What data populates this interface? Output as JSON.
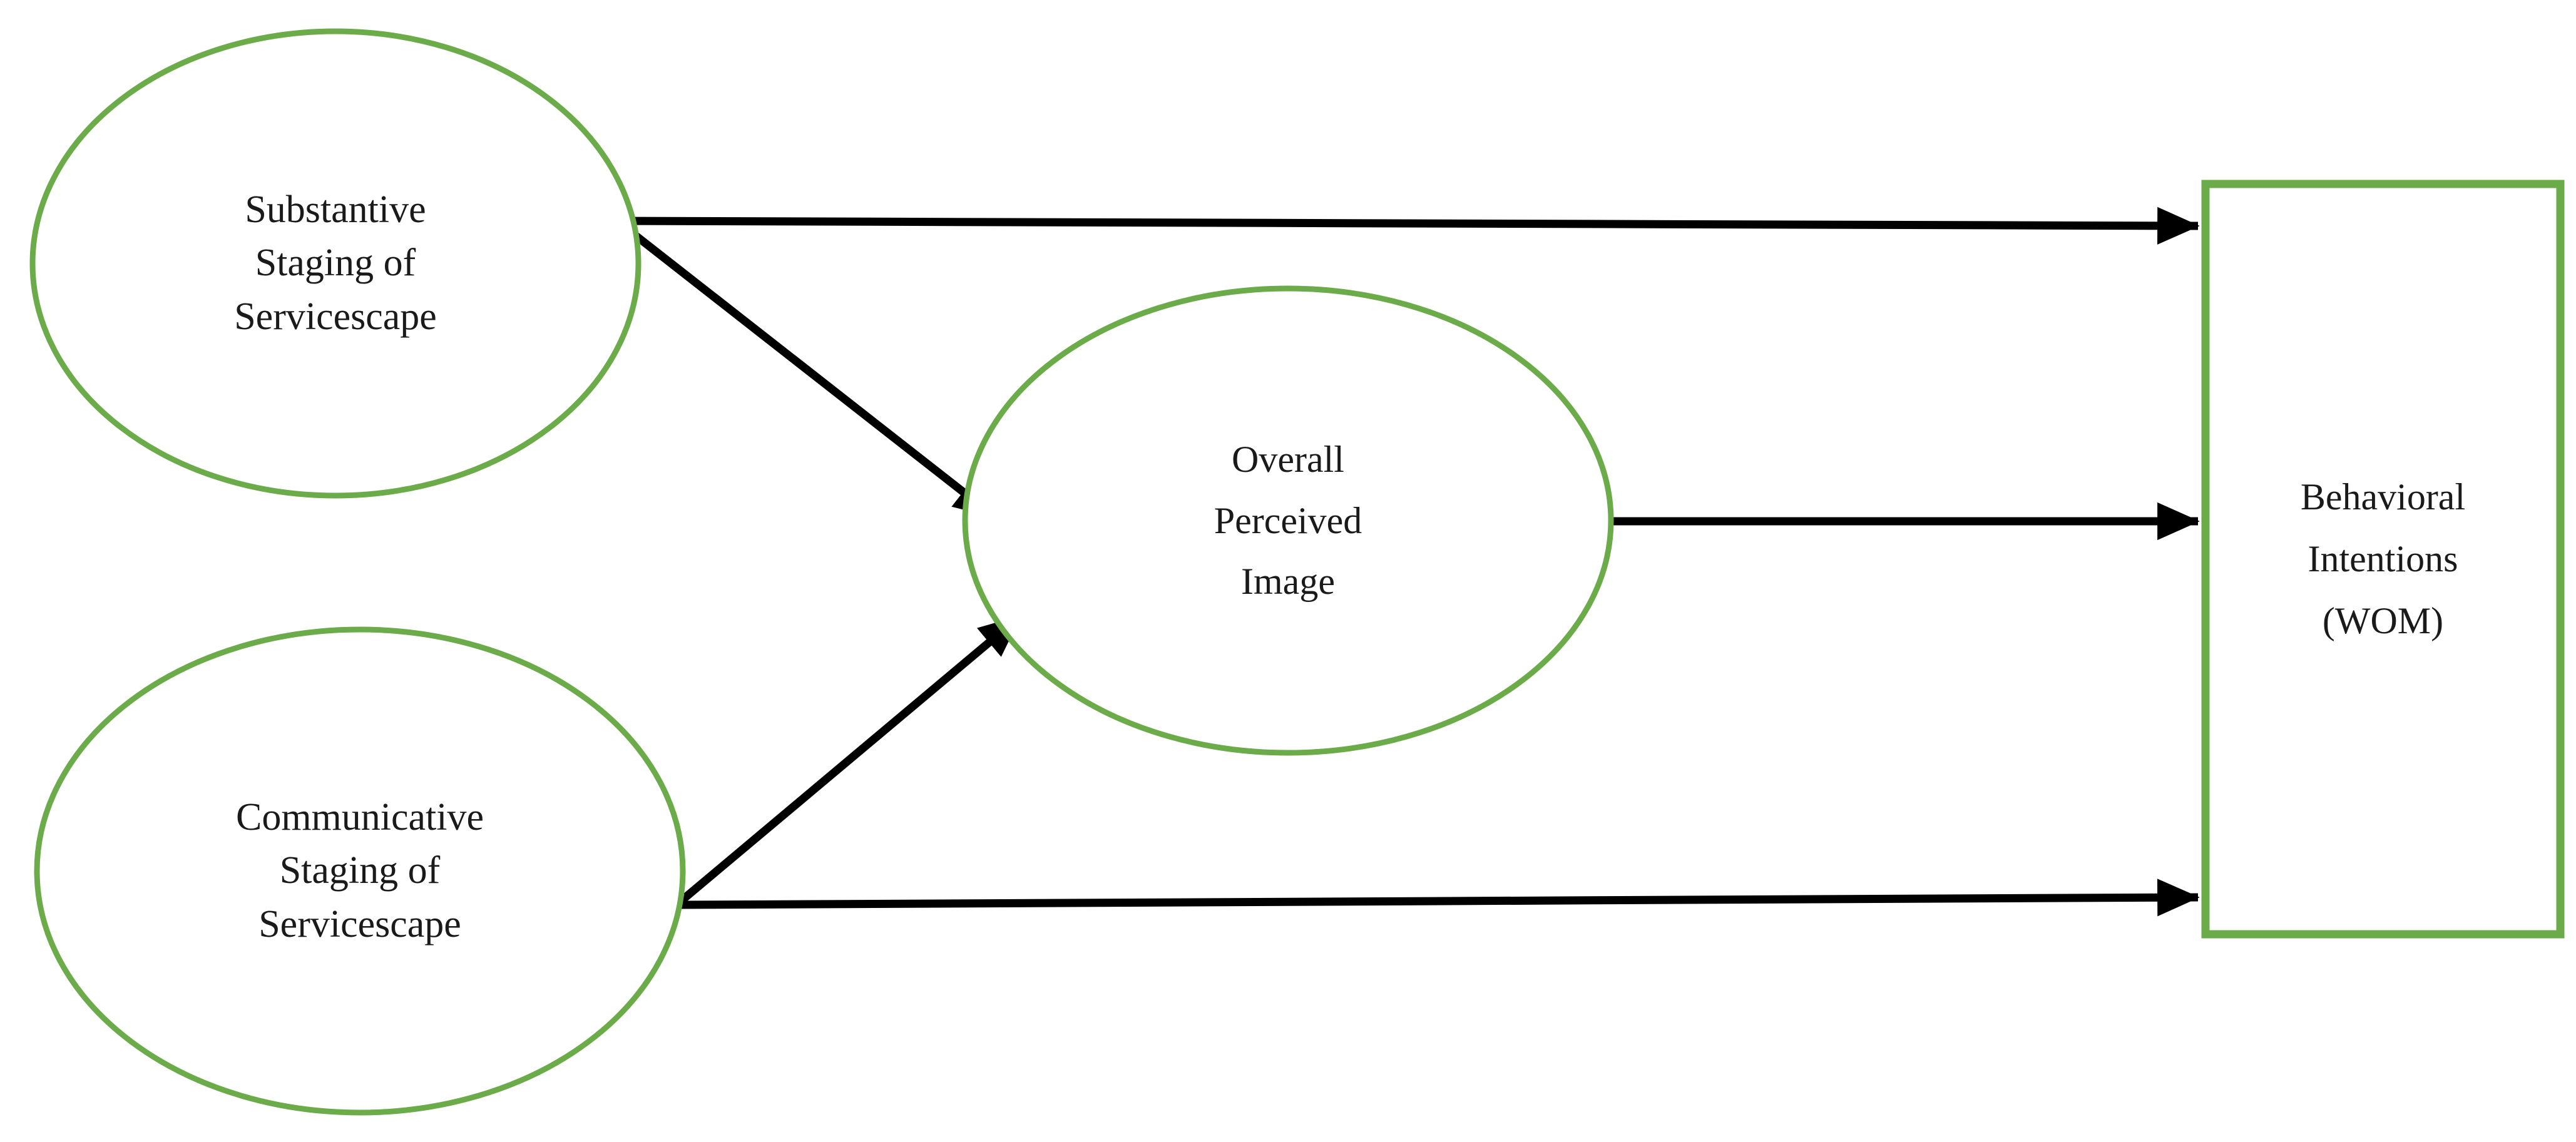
{
  "diagram": {
    "type": "conceptual-path-model",
    "background_color": "#ffffff",
    "node_stroke_color": "#6cab4a",
    "edge_color": "#000000",
    "text_color": "#1a1a1a",
    "nodes": [
      {
        "id": "substantive-staging",
        "shape": "ellipse",
        "label_lines": [
          "Substantive",
          "Staging of",
          "Servicescape"
        ],
        "line1": "Substantive",
        "line2": "Staging of",
        "line3": "Servicescape"
      },
      {
        "id": "communicative-staging",
        "shape": "ellipse",
        "label_lines": [
          "Communicative",
          "Staging of",
          "Servicescape"
        ],
        "line1": "Communicative",
        "line2": "Staging of",
        "line3": "Servicescape"
      },
      {
        "id": "overall-perceived-image",
        "shape": "ellipse",
        "label_lines": [
          "Overall",
          "Perceived",
          "Image"
        ],
        "line1": "Overall",
        "line2": "Perceived",
        "line3": "Image"
      },
      {
        "id": "behavioral-intentions",
        "shape": "rectangle",
        "label_lines": [
          "Behavioral",
          "Intentions",
          "(WOM)"
        ],
        "line1": "Behavioral",
        "line2": "Intentions",
        "line3": "(WOM)"
      }
    ],
    "edges": [
      {
        "id": "edge-substantive-to-behavioral",
        "from": "substantive-staging",
        "to": "behavioral-intentions",
        "style": "solid-arrow"
      },
      {
        "id": "edge-substantive-to-image",
        "from": "substantive-staging",
        "to": "overall-perceived-image",
        "style": "solid-arrow"
      },
      {
        "id": "edge-communicative-to-image",
        "from": "communicative-staging",
        "to": "overall-perceived-image",
        "style": "solid-arrow"
      },
      {
        "id": "edge-communicative-to-behavioral",
        "from": "communicative-staging",
        "to": "behavioral-intentions",
        "style": "solid-arrow"
      },
      {
        "id": "edge-image-to-behavioral",
        "from": "overall-perceived-image",
        "to": "behavioral-intentions",
        "style": "solid-arrow"
      }
    ]
  }
}
